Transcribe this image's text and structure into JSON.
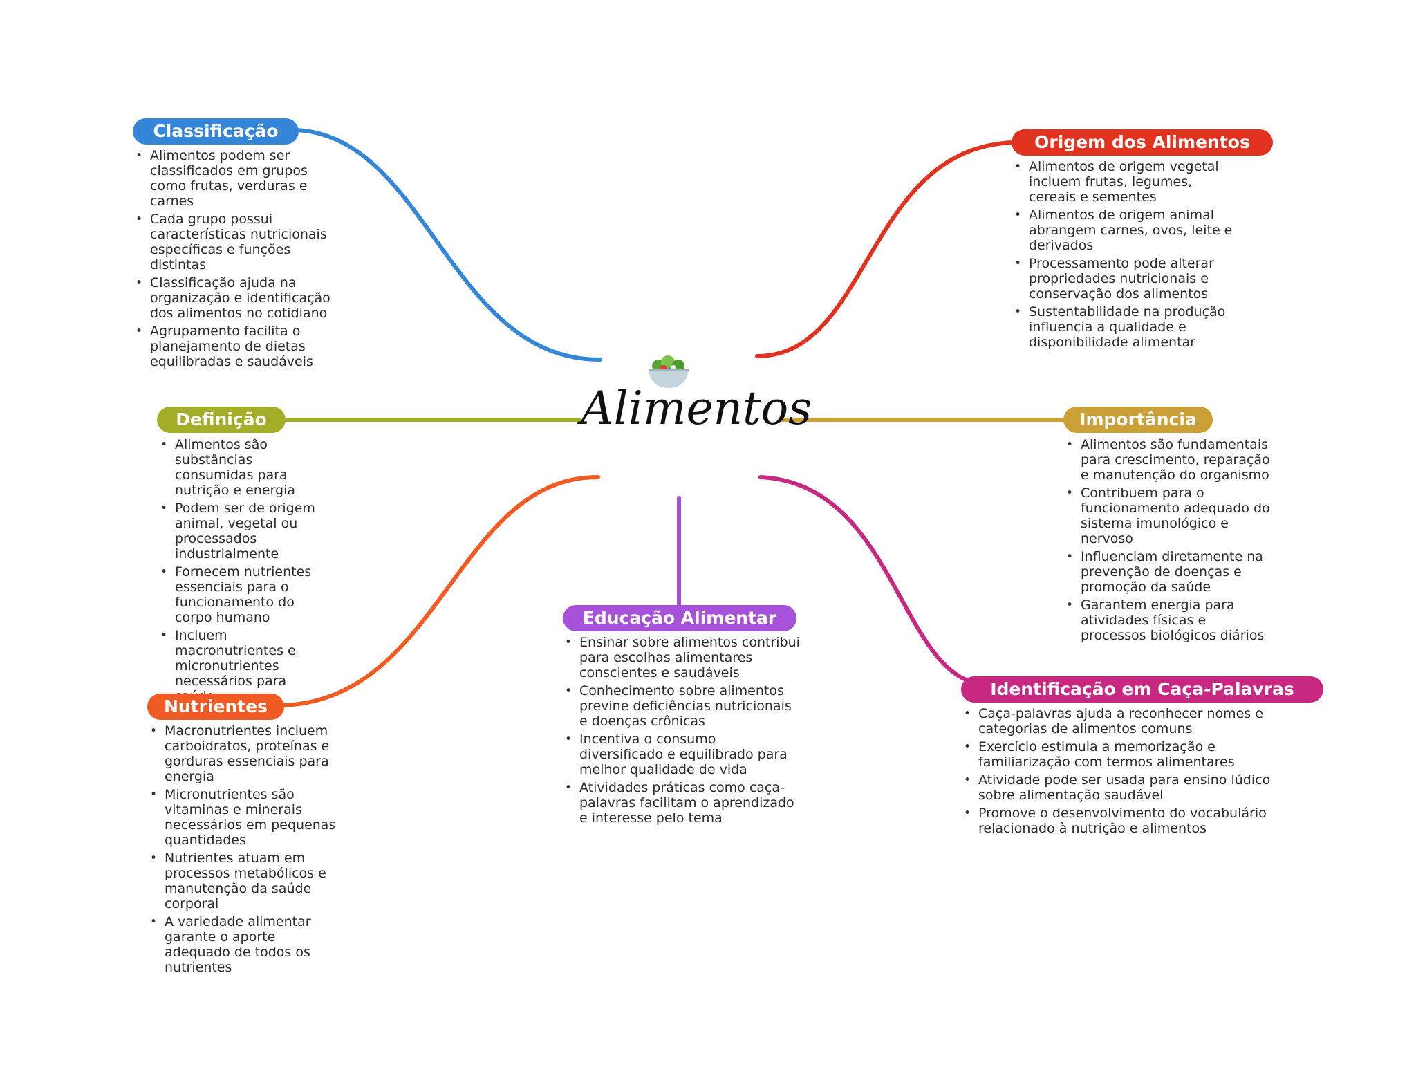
{
  "center": {
    "title": "Alimentos",
    "icon": "salad-bowl-icon"
  },
  "topics": [
    {
      "id": "classificacao",
      "label": "Classificação",
      "color": "#3586d6",
      "items": [
        "Alimentos podem ser classificados em grupos como frutas, verduras e carnes",
        "Cada grupo possui características nutricionais específicas e funções distintas",
        "Classificação ajuda na organização e identificação dos alimentos no cotidiano",
        "Agrupamento facilita o planejamento de dietas equilibradas e saudáveis"
      ]
    },
    {
      "id": "definicao",
      "label": "Definição",
      "color": "#a4ad27",
      "items": [
        "Alimentos são substâncias consumidas para nutrição e energia",
        "Podem ser de origem animal, vegetal ou processados industrialmente",
        "Fornecem nutrientes essenciais para o funcionamento do corpo humano",
        "Incluem macronutrientes e micronutrientes necessários para saúde"
      ]
    },
    {
      "id": "nutrientes",
      "label": "Nutrientes",
      "color": "#f15a22",
      "items": [
        "Macronutrientes incluem carboidratos, proteínas e gorduras essenciais para energia",
        "Micronutrientes são vitaminas e minerais necessários em pequenas quantidades",
        "Nutrientes atuam em processos metabólicos e manutenção da saúde corporal",
        "A variedade alimentar garante o aporte adequado de todos os nutrientes"
      ]
    },
    {
      "id": "educacao",
      "label": "Educação Alimentar",
      "color": "#a552d8",
      "items": [
        "Ensinar sobre alimentos contribui para escolhas alimentares conscientes e saudáveis",
        "Conhecimento sobre alimentos previne deficiências nutricionais e doenças crônicas",
        "Incentiva o consumo diversificado e equilibrado para melhor qualidade de vida",
        "Atividades práticas como caça-palavras facilitam o aprendizado e interesse pelo tema"
      ]
    },
    {
      "id": "origem",
      "label": "Origem dos Alimentos",
      "color": "#e0321e",
      "items": [
        "Alimentos de origem vegetal incluem frutas, legumes, cereais e sementes",
        "Alimentos de origem animal abrangem carnes, ovos, leite e derivados",
        "Processamento pode alterar propriedades nutricionais e conservação dos alimentos",
        "Sustentabilidade na produção influencia a qualidade e disponibilidade alimentar"
      ]
    },
    {
      "id": "importancia",
      "label": "Importância",
      "color": "#cba036",
      "items": [
        "Alimentos são fundamentais para crescimento, reparação e manutenção do organismo",
        "Contribuem para o funcionamento adequado do sistema imunológico e nervoso",
        "Influenciam diretamente na prevenção de doenças e promoção da saúde",
        "Garantem energia para atividades físicas e processos biológicos diários"
      ]
    },
    {
      "id": "identificacao",
      "label": "Identificação em Caça-Palavras",
      "color": "#c72882",
      "items": [
        "Caça-palavras ajuda a reconhecer nomes e categorias de alimentos comuns",
        "Exercício estimula a memorização e familiarização com termos alimentares",
        "Atividade pode ser usada para ensino lúdico sobre alimentação saudável",
        "Promove o desenvolvimento do vocabulário relacionado à nutrição e alimentos"
      ]
    }
  ]
}
